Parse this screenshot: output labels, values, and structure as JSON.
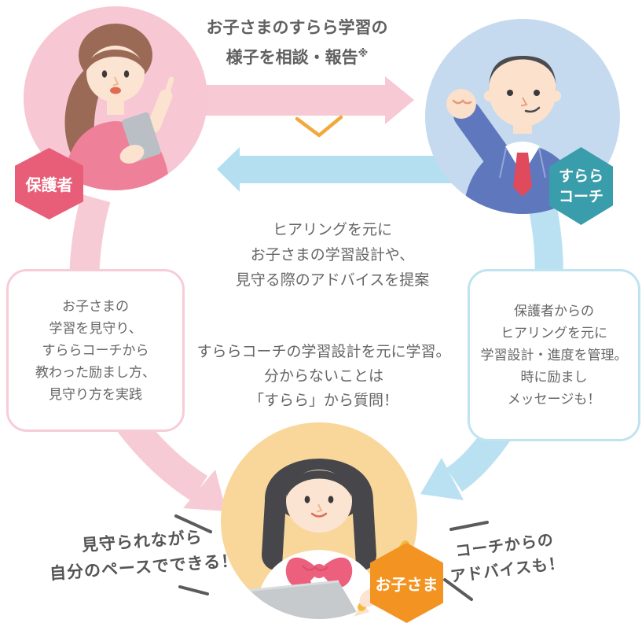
{
  "diagram": {
    "top_note": {
      "line1": "お子さまのすらら学習の",
      "line2": "様子を相談・報告",
      "ref_mark": "※"
    },
    "actors": {
      "parent": {
        "label": "保護者",
        "badge_color": "#e85e78",
        "circle_color": "#f7c7d3"
      },
      "coach": {
        "label_line1": "すらら",
        "label_line2": "コーチ",
        "badge_color": "#3a9dab",
        "circle_color": "#c6daef"
      },
      "child": {
        "label": "お子さま",
        "badge_color": "#f39422",
        "circle_color": "#f9d79b"
      }
    },
    "center_note_1": {
      "line1": "ヒアリングを元に",
      "line2": "お子さまの学習設計や、",
      "line3": "見守る際のアドバイスを提案"
    },
    "center_note_2": {
      "line1": "すららコーチの学習設計を元に学習。",
      "line2": "分からないことは",
      "line3": "「すらら」から質問！"
    },
    "parent_bubble": {
      "lines": [
        "お子さまの",
        "学習を見守り、",
        "すららコーチから",
        "教わった励まし方、",
        "見守り方を実践"
      ]
    },
    "coach_bubble": {
      "lines": [
        "保護者からの",
        "ヒアリングを元に",
        "学習設計・進度を管理。",
        "時に励まし",
        "メッセージも！"
      ]
    },
    "child_note_left": {
      "line1": "見守られながら",
      "line2": "自分のペースでできる！"
    },
    "child_note_right": {
      "line1": "コーチからの",
      "line2": "アドバイスも！"
    },
    "colors": {
      "arrow_pink": "#f6c9d4",
      "arrow_blue": "#b3dff0",
      "chevron_orange": "#f2a93b",
      "text_gray": "#666666",
      "handwriting_gray": "#555555"
    }
  }
}
